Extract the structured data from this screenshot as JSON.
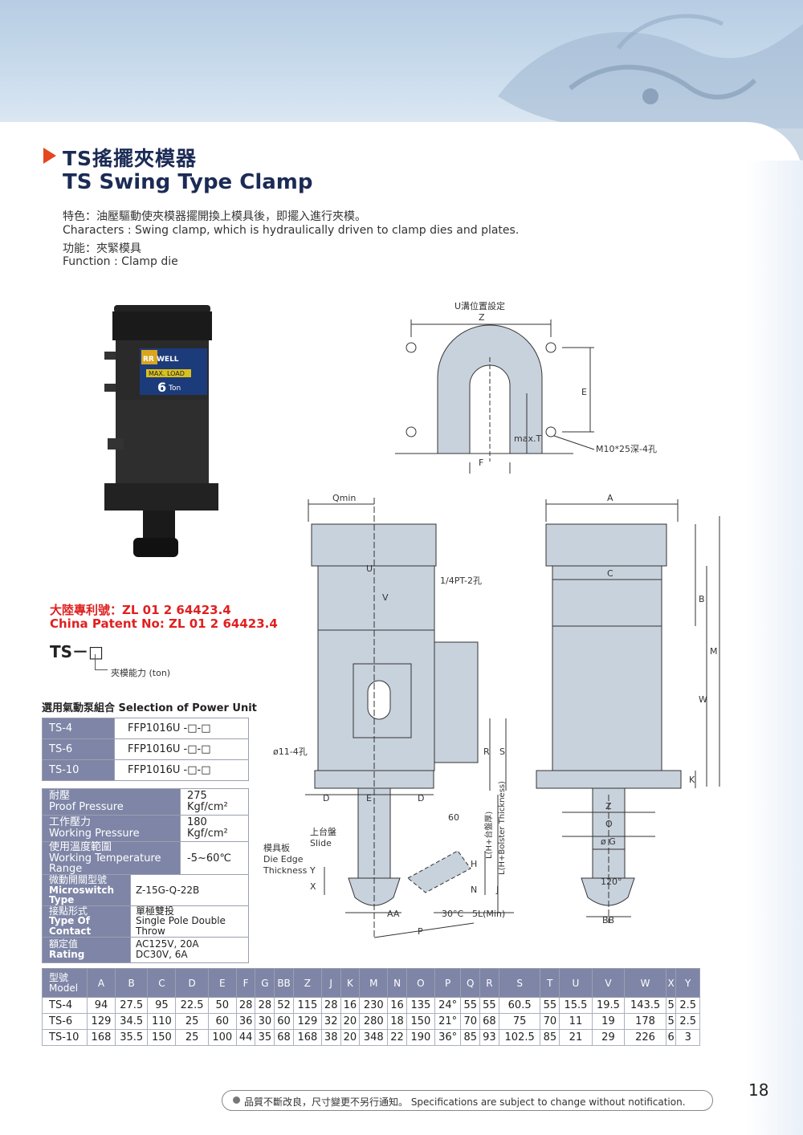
{
  "header": {
    "title_zh": "TS搖擺夾模器",
    "title_en": "TS Swing Type Clamp"
  },
  "description": {
    "characters_zh": "特色：油壓驅動使夾模器擺開換上模具後，即擺入進行夾模。",
    "characters_en": "Characters : Swing clamp, which is hydraulically driven to clamp dies and plates.",
    "function_zh": "功能：夾緊模具",
    "function_en": "Function : Clamp die"
  },
  "product_photo": {
    "brand_text": "RR WELL",
    "label": "MAX. LOAD",
    "load": "6",
    "unit": "Ton"
  },
  "patent": {
    "zh": "大陸專利號：ZL 01 2 64423.4",
    "en": "China Patent No: ZL 01 2 64423.4"
  },
  "model_code": {
    "code": "TS－□",
    "note": "夾模能力 (ton)"
  },
  "power_unit": {
    "title": "選用氣動泵組合  Selection of Power Unit",
    "rows": [
      {
        "model": "TS-4",
        "unit": "FFP1016U -□-□"
      },
      {
        "model": "TS-6",
        "unit": "FFP1016U -□-□"
      },
      {
        "model": "TS-10",
        "unit": "FFP1016U -□-□"
      }
    ]
  },
  "pressure": {
    "rows": [
      {
        "zh": "耐壓",
        "en": "Proof Pressure",
        "value": "275 Kgf/cm²"
      },
      {
        "zh": "工作壓力",
        "en": "Working Pressure",
        "value": "180 Kgf/cm²"
      },
      {
        "zh": "使用溫度範圍",
        "en": "Working Temperature Range",
        "value": "-5~60℃"
      }
    ]
  },
  "switch": {
    "rows": [
      {
        "zh": "微動開關型號",
        "en": "Microswitch Type",
        "value": "Z-15G-Q-22B",
        "value2": ""
      },
      {
        "zh": "接點形式",
        "en": "Type Of Contact",
        "value": "單極雙投",
        "value2": "Single Pole Double Throw"
      },
      {
        "zh": "額定值",
        "en": "Rating",
        "value": "AC125V, 20A",
        "value2": "DC30V, 6A"
      }
    ]
  },
  "drawing": {
    "u_slot": "U溝位置設定",
    "z": "Z",
    "e": "E",
    "f": "F",
    "max_t": "max.T",
    "m10": "M10*25深-4孔",
    "qmin": "Qmin",
    "a": "A",
    "c": "C",
    "b": "B",
    "m": "M",
    "w": "W",
    "k": "K",
    "u": "U",
    "v": "V",
    "pt": "1/4PT-2孔",
    "hole": "ø11-4孔",
    "d": "D",
    "e2": "E",
    "d2": "D",
    "sixty": "60",
    "r": "R",
    "s": "S",
    "slide_zh": "上台盤",
    "slide_en": "Slide",
    "die_zh": "模具板",
    "die_en1": "Die Edge",
    "die_en2": "Thickness",
    "y": "Y",
    "x": "X",
    "h": "H",
    "n": "N",
    "j": "J",
    "l1": "L(H+台盤厚)",
    "l2": "L(H+Bolster Thickness)",
    "aa": "AA",
    "angle30": "30°C",
    "sl": "5L(Min)",
    "p": "P",
    "z2": "Z",
    "o": "O",
    "g": "ø G",
    "deg120": "120°",
    "bb": "BB"
  },
  "dimensions": {
    "model_zh": "型號",
    "model_en": "Model",
    "columns": [
      "A",
      "B",
      "C",
      "D",
      "E",
      "F",
      "G",
      "BB",
      "Z",
      "J",
      "K",
      "M",
      "N",
      "O",
      "P",
      "Q",
      "R",
      "S",
      "T",
      "U",
      "V",
      "W",
      "X",
      "Y"
    ],
    "rows": [
      {
        "model": "TS-4",
        "values": [
          "94",
          "27.5",
          "95",
          "22.5",
          "50",
          "28",
          "28",
          "52",
          "115",
          "28",
          "16",
          "230",
          "16",
          "135",
          "24°",
          "55",
          "55",
          "60.5",
          "55",
          "15.5",
          "19.5",
          "143.5",
          "5",
          "2.5"
        ]
      },
      {
        "model": "TS-6",
        "values": [
          "129",
          "34.5",
          "110",
          "25",
          "60",
          "36",
          "30",
          "60",
          "129",
          "32",
          "20",
          "280",
          "18",
          "150",
          "21°",
          "70",
          "68",
          "75",
          "70",
          "11",
          "19",
          "178",
          "5",
          "2.5"
        ]
      },
      {
        "model": "TS-10",
        "values": [
          "168",
          "35.5",
          "150",
          "25",
          "100",
          "44",
          "35",
          "68",
          "168",
          "38",
          "20",
          "348",
          "22",
          "190",
          "36°",
          "85",
          "93",
          "102.5",
          "85",
          "21",
          "29",
          "226",
          "6",
          "3"
        ]
      }
    ]
  },
  "footer": {
    "notice": "品質不斷改良，尺寸變更不另行通知。 Specifications are subject to change without notification.",
    "page_number": "18"
  },
  "colors": {
    "title": "#1b2b55",
    "accent_triangle": "#e4461f",
    "patent": "#e02020",
    "table_header": "#7e85a6",
    "drawing_fill": "#c8d2dc"
  }
}
